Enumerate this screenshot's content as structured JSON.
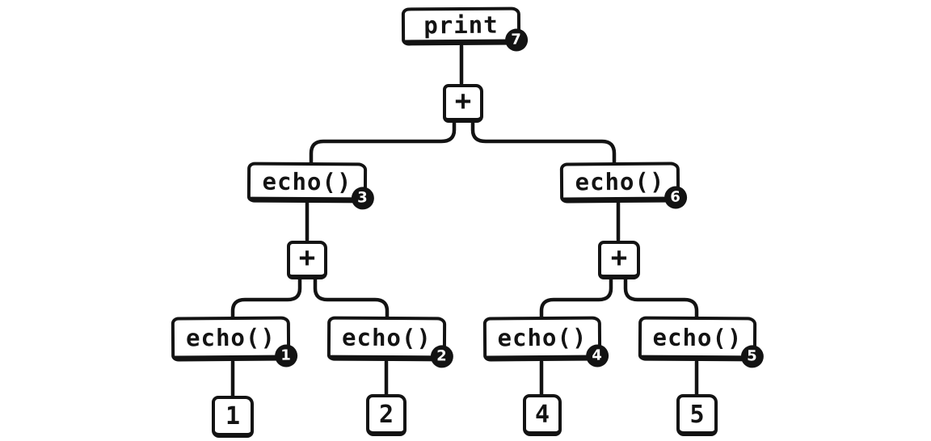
{
  "diagram": {
    "title": "expression-evaluation-tree",
    "colors": {
      "ink": "#131313",
      "paper": "#ffffff",
      "badge_fill": "#131313",
      "badge_text": "#ffffff"
    },
    "nodes": {
      "print": {
        "label": "print",
        "badge": "7"
      },
      "plus_root": {
        "label": "+"
      },
      "echo_3": {
        "label": "echo()",
        "badge": "3"
      },
      "echo_6": {
        "label": "echo()",
        "badge": "6"
      },
      "plus_left": {
        "label": "+"
      },
      "plus_right": {
        "label": "+"
      },
      "echo_1": {
        "label": "echo()",
        "badge": "1"
      },
      "echo_2": {
        "label": "echo()",
        "badge": "2"
      },
      "echo_4": {
        "label": "echo()",
        "badge": "4"
      },
      "echo_5": {
        "label": "echo()",
        "badge": "5"
      },
      "leaf_1": {
        "label": "1"
      },
      "leaf_2": {
        "label": "2"
      },
      "leaf_4": {
        "label": "4"
      },
      "leaf_5": {
        "label": "5"
      }
    },
    "edges": [
      "print-plus_root",
      "plus_root-echo_3",
      "plus_root-echo_6",
      "echo_3-plus_left",
      "echo_6-plus_right",
      "plus_left-echo_1",
      "plus_left-echo_2",
      "plus_right-echo_4",
      "plus_right-echo_5",
      "echo_1-leaf_1",
      "echo_2-leaf_2",
      "echo_4-leaf_4",
      "echo_5-leaf_5"
    ]
  }
}
